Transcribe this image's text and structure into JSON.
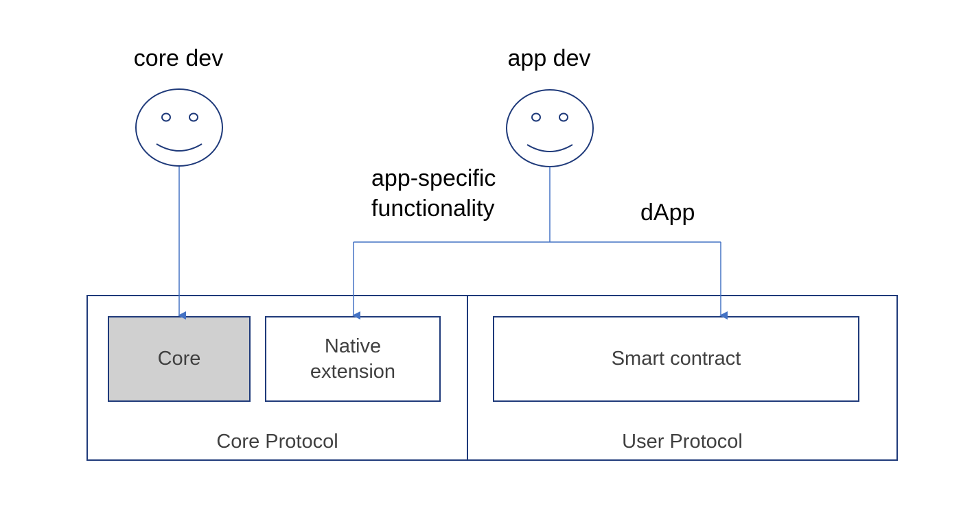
{
  "actors": {
    "core_dev": {
      "label": "core dev"
    },
    "app_dev": {
      "label": "app dev"
    }
  },
  "edge_labels": {
    "app_specific_line1": "app-specific",
    "app_specific_line2": "functionality",
    "dapp": "dApp"
  },
  "boxes": {
    "core": {
      "label": "Core"
    },
    "native_extension": {
      "line1": "Native",
      "line2": "extension"
    },
    "smart_contract": {
      "label": "Smart contract"
    }
  },
  "regions": {
    "core_protocol": {
      "label": "Core Protocol"
    },
    "user_protocol": {
      "label": "User Protocol"
    }
  },
  "colors": {
    "outline": "#1f3a7a",
    "arrow": "#4472c4",
    "core_fill": "#d0d0d0",
    "box_text": "#404040"
  },
  "icons": {
    "core_dev": "smiley-face-icon",
    "app_dev": "smiley-face-icon"
  }
}
